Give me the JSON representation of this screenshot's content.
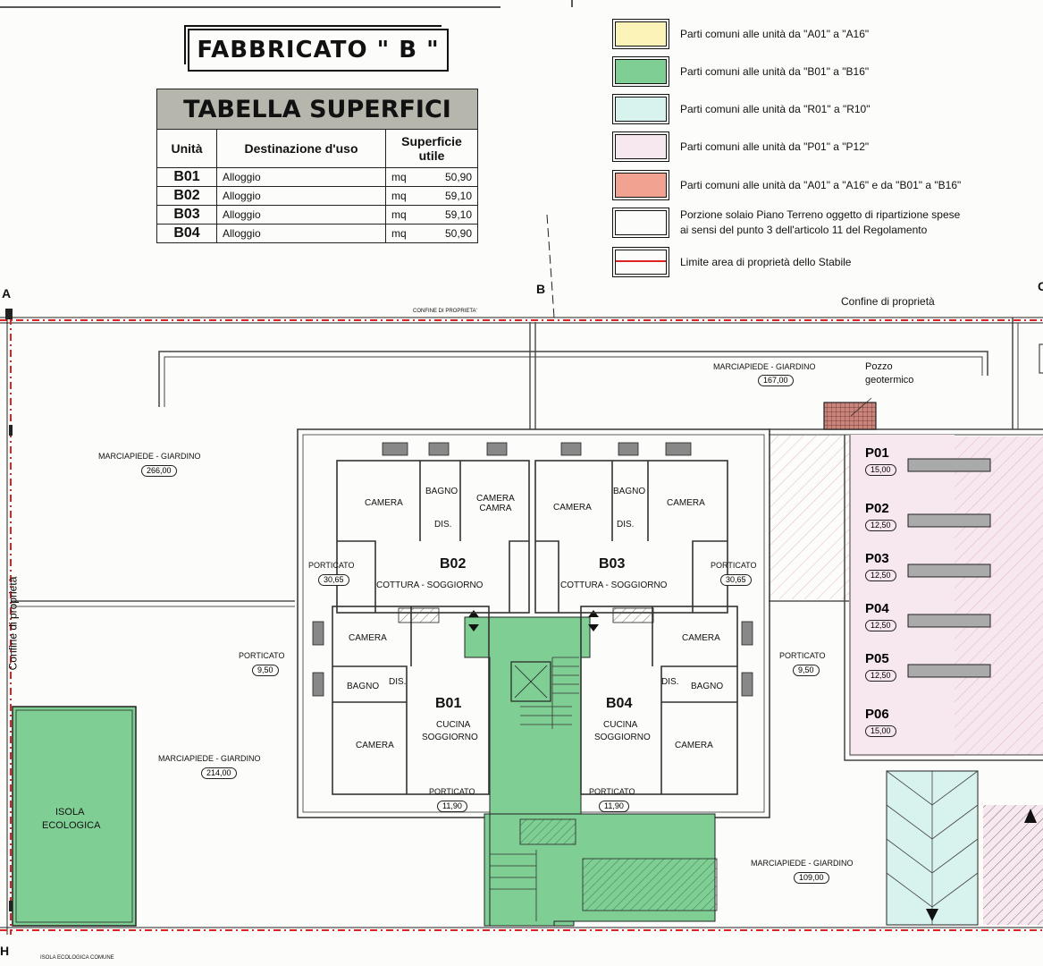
{
  "title": "FABBRICATO \" B \"",
  "table": {
    "heading": "TABELLA SUPERFICI",
    "col_unit": "Unità",
    "col_use": "Destinazione d'uso",
    "col_area": "Superficie utile",
    "rows": [
      {
        "unit": "B01",
        "use": "Alloggio",
        "mq": "mq",
        "value": "50,90"
      },
      {
        "unit": "B02",
        "use": "Alloggio",
        "mq": "mq",
        "value": "59,10"
      },
      {
        "unit": "B03",
        "use": "Alloggio",
        "mq": "mq",
        "value": "59,10"
      },
      {
        "unit": "B04",
        "use": "Alloggio",
        "mq": "mq",
        "value": "50,90"
      }
    ]
  },
  "legend": [
    {
      "color": "#fbf3b8",
      "text": "Parti comuni alle unità da \"A01\" a \"A16\""
    },
    {
      "color": "#7fcf95",
      "text": "Parti comuni alle unità da \"B01\" a \"B16\""
    },
    {
      "color": "#d8f2ee",
      "text": "Parti comuni alle unità da \"R01\" a \"R10\""
    },
    {
      "color": "#f7e7ee",
      "text": "Parti comuni alle unità da \"P01\" a \"P12\""
    },
    {
      "color": "#f2a291",
      "text": "Parti comuni alle unità da \"A01\" a \"A16\" e da \"B01\" a \"B16\""
    },
    {
      "color": "#fcfcfa",
      "text": "Porzione solaio Piano Terreno oggetto di ripartizione spese",
      "text2": "ai sensi del punto 3 dell'articolo 11 del Regolamento"
    },
    {
      "color": "#fcfcfa",
      "text": "Limite area di proprietà dello Stabile",
      "dashed": true
    }
  ],
  "plan": {
    "section_a": "A",
    "section_b": "B",
    "section_c": "C",
    "section_h": "H",
    "confine_top": "CONFINE DI PROPRIETA'",
    "confine_right": "Confine di proprietà",
    "confine_left": "Confine di proprietà",
    "isola_bottom": "ISOLA ECOLOGICA COMUNE",
    "pozzo": "Pozzo",
    "geotermico": "geotermico",
    "isola": "ISOLA",
    "ecologica": "ECOLOGICA",
    "gardens": [
      {
        "label": "MARCIAPIEDE - GIARDINO",
        "area": "266,00"
      },
      {
        "label": "MARCIAPIEDE - GIARDINO",
        "area": "167,00"
      },
      {
        "label": "MARCIAPIEDE - GIARDINO",
        "area": "214,00"
      },
      {
        "label": "MARCIAPIEDE - GIARDINO",
        "area": "109,00"
      }
    ],
    "porticati": [
      {
        "label": "PORTICATO",
        "area": "30,65"
      },
      {
        "label": "PORTICATO",
        "area": "30,65"
      },
      {
        "label": "PORTICATO",
        "area": "9,50"
      },
      {
        "label": "PORTICATO",
        "area": "9,50"
      },
      {
        "label": "PORTICATO",
        "area": "11,90"
      },
      {
        "label": "PORTICATO",
        "area": "11,90"
      }
    ],
    "units": {
      "b01": "B01",
      "b02": "B02",
      "b03": "B03",
      "b04": "B04"
    },
    "rooms": {
      "camera": "CAMERA",
      "bagno": "BAGNO",
      "camera_camra": "CAMERA\nCAMRA",
      "dis": "DIS.",
      "cottura_soggiorno": "COTTURA - SOGGIORNO",
      "cucina": "CUCINA",
      "soggiorno": "SOGGIORNO"
    },
    "parking": [
      {
        "id": "P01",
        "area": "15,00"
      },
      {
        "id": "P02",
        "area": "12,50"
      },
      {
        "id": "P03",
        "area": "12,50"
      },
      {
        "id": "P04",
        "area": "12,50"
      },
      {
        "id": "P05",
        "area": "12,50"
      },
      {
        "id": "P06",
        "area": "15,00"
      }
    ]
  }
}
